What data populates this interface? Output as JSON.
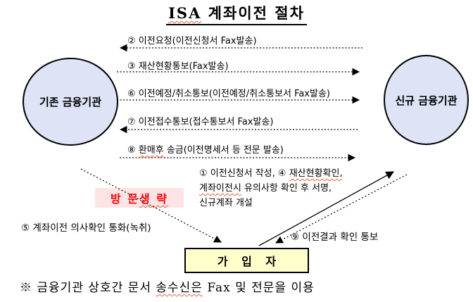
{
  "title": {
    "highlighted": "ISA",
    "rest": " 계좌이전 절차"
  },
  "nodes": {
    "existing_institution": "기존 금융기관",
    "new_institution": "신규 금융기관",
    "subscriber": "가 입 자"
  },
  "visit_skip": {
    "pre": "방 문 ",
    "wavy": "생 략"
  },
  "arrows": {
    "a2": {
      "label": "② 이전요청(이전신청서 Fax발송)",
      "direction": "left",
      "style": "dotted"
    },
    "a3": {
      "label": "③ 재산현황통보(Fax발송)",
      "direction": "right",
      "style": "dotted"
    },
    "a6": {
      "label": "⑥ 이전예정/취소통보(이전예정/취소통보서 Fax발송)",
      "direction": "right",
      "style": "dotted"
    },
    "a7": {
      "label": "⑦ 이전접수통보(접수통보서 Fax발송)",
      "direction": "left",
      "style": "dotted"
    },
    "a8": {
      "pre": "⑧ ",
      "wavy": "환매후",
      "rest": " 송금(이전명세서 등 전문 발송)",
      "direction": "right",
      "style": "dotted"
    }
  },
  "annotations": {
    "steps_1_4": {
      "line1_pre": "① 이전신청서 작성, ④ ",
      "line1_wavy": "재산현황확인,",
      "line2_wavy": "계좌이전시",
      "line2_rest": " 유의사항 확인 후 서명,",
      "line3": "신규계좌 개설"
    },
    "step5": "⑤ 계좌이전 의사확인 통화(녹취)",
    "step9": "⑨ 이전결과 확인 통보"
  },
  "footnote": {
    "pre": "※  금융기관 상호간 문서 ",
    "wavy": "송수신은",
    "rest": " Fax 및 전문을 이용"
  },
  "colors": {
    "oval_fill": "#dee3f6",
    "subscriber_fill": "#ffffcc",
    "visit_skip_bg": "#fce4e6",
    "visit_skip_text": "#ff0000",
    "spellcheck": "#e8643c",
    "line": "#000000"
  }
}
